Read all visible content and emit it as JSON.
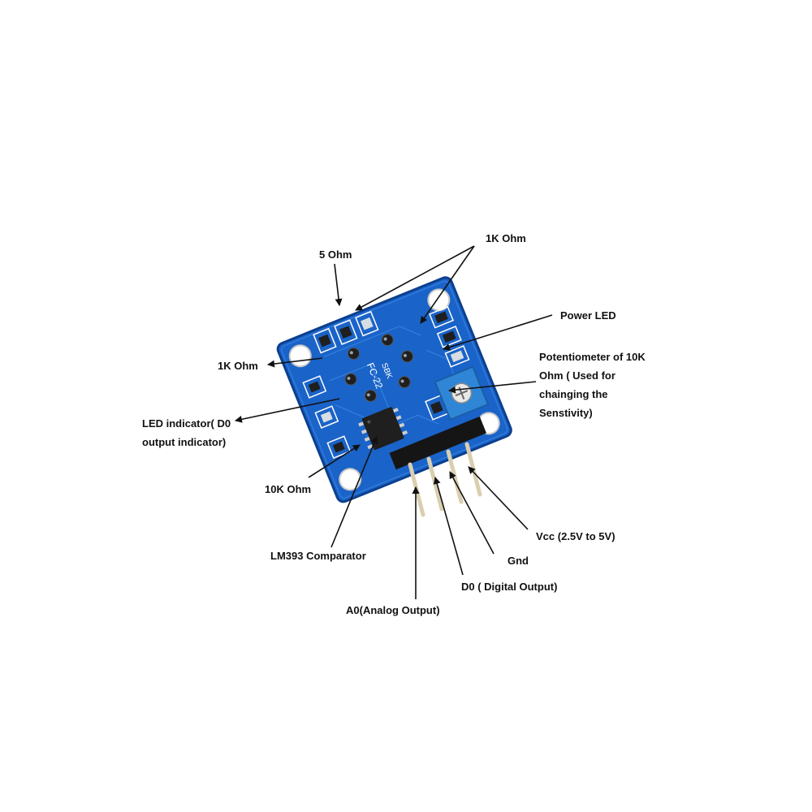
{
  "colors": {
    "board": "#1a63c8",
    "board_edge": "#0c3f8e",
    "trace": "#3d8ae6",
    "silkscreen": "#ffffff",
    "pad": "#d7dde2",
    "component": "#1f1f1f",
    "pot_body": "#2f86d6",
    "pin": "#e8e0c8",
    "header": "#151515",
    "arrow": "#111111",
    "label_text": "#111111"
  },
  "board": {
    "model": "FC-22",
    "marking": "SBK"
  },
  "labels": {
    "five_ohm": "5 Ohm",
    "one_k_ohm_top": "1K Ohm",
    "power_led": "Power LED",
    "potentiometer": "Potentiometer of 10K\nOhm ( Used for\nchainging the\nSenstivity)",
    "one_k_ohm_left": "1K Ohm",
    "led_indicator": "LED indicator( D0\noutput indicator)",
    "ten_k_ohm": "10K Ohm",
    "comparator": "LM393 Comparator",
    "vcc": "Vcc (2.5V to 5V)",
    "gnd": "Gnd",
    "d0": "D0 ( Digital Output)",
    "a0": "A0(Analog Output)"
  },
  "icons": {
    "arrowhead": "arrowhead-icon"
  }
}
